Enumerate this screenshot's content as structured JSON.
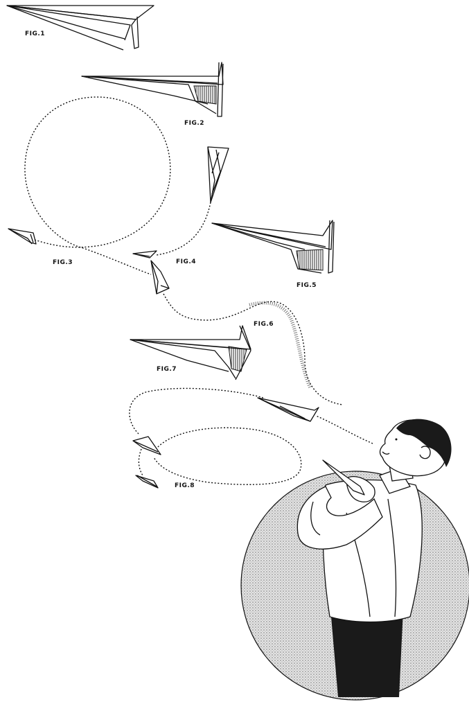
{
  "figures": {
    "fig1": "FIG.1",
    "fig2": "FIG.2",
    "fig3": "FIG.3",
    "fig4": "FIG.4",
    "fig5": "FIG.5",
    "fig6": "FIG.6",
    "fig7": "FIG.7",
    "fig8": "FIG.8"
  },
  "colors": {
    "ink": "#111111",
    "paper": "#ffffff",
    "disc": "#c9c9c9"
  }
}
